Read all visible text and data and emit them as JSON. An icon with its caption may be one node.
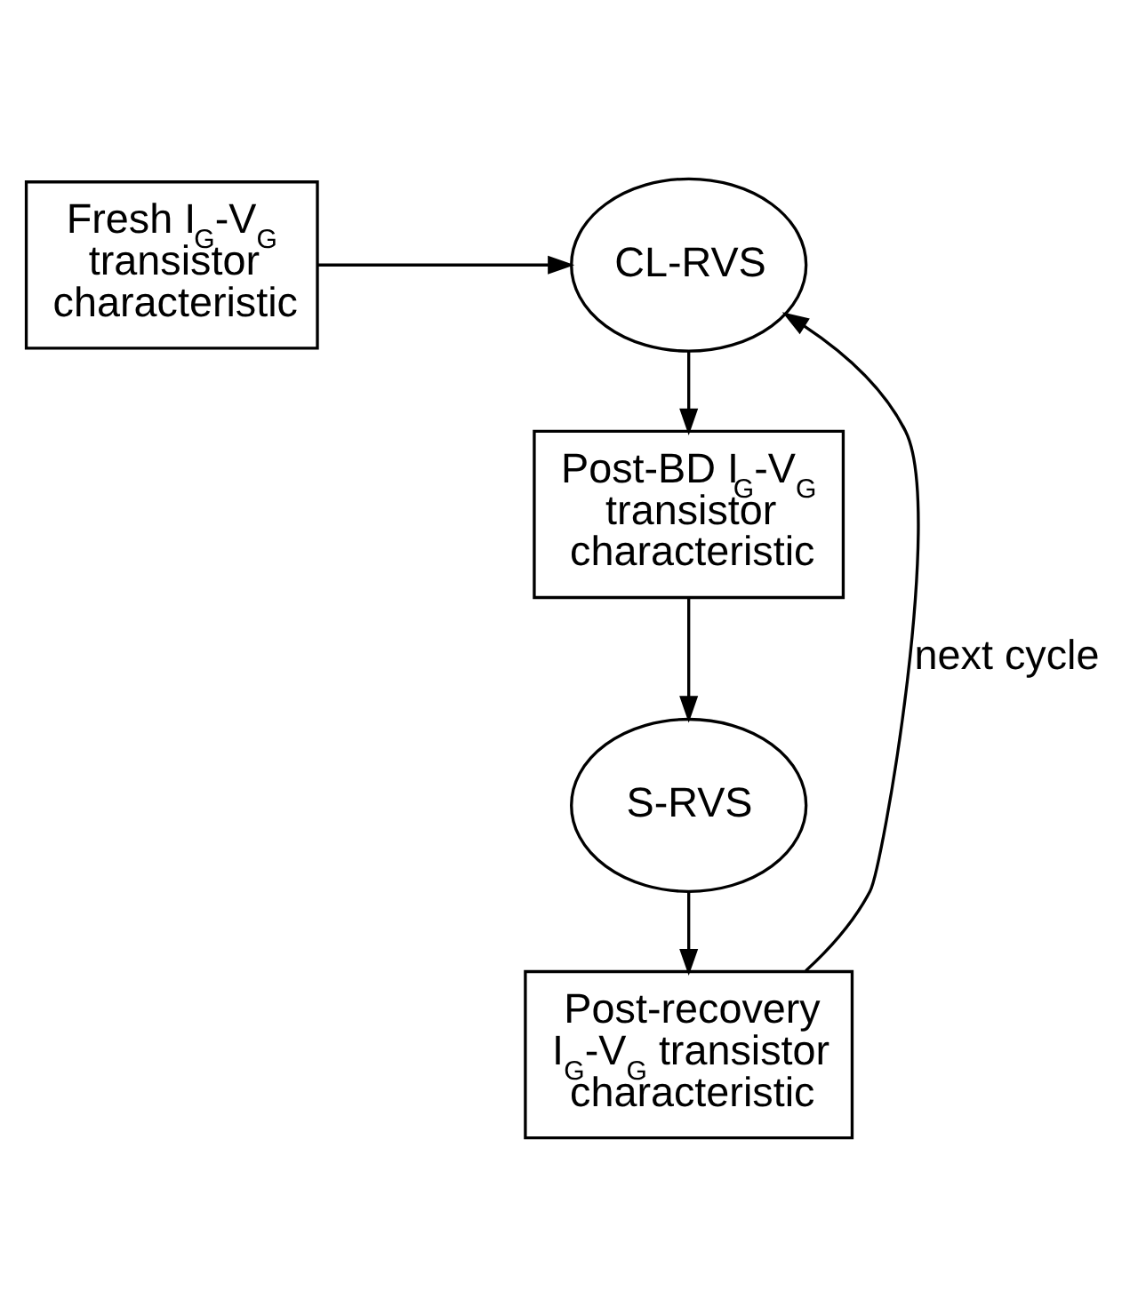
{
  "diagram": {
    "nodes": [
      {
        "text": [
          "Fresh I$_{G}$-V$_{G}$ transistor characteristic"
        ]
      },
      {
        "text": [
          "CL-RVS"
        ]
      },
      {
        "text": [
          "Post-BD I$_{G}$-V$_{G}$ transistor characteristic"
        ]
      },
      {
        "text": [
          "S-RVS"
        ]
      },
      {
        "text": [
          "Post-recovery I$_{G}$-V$_{G}$ transistor characteristic"
        ]
      }
    ],
    "edges": [
      {
        "from": 0,
        "to": 1,
        "arrow": "to"
      },
      {
        "from": 1,
        "to": 2,
        "arrow": "to"
      },
      {
        "from": 2,
        "to": 3,
        "arrow": "to"
      },
      {
        "from": 3,
        "to": 4,
        "arrow": "to"
      },
      {
        "from": 4,
        "to": 1,
        "arrow": "to",
        "label": "next cycle"
      }
    ]
  }
}
